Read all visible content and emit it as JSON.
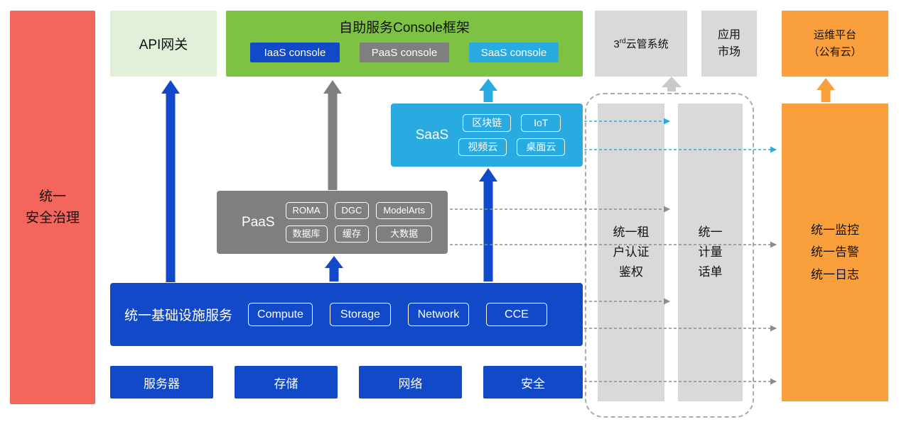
{
  "palette": {
    "red": "#F4655C",
    "light_green": "#E2F0D9",
    "green": "#7DC242",
    "blue": "#1149C8",
    "gray": "#7F7F7F",
    "light_gray": "#D9D9D9",
    "cyan": "#29ABE2",
    "orange": "#F9A03C"
  },
  "security_bar": {
    "label": "统一\n安全治理"
  },
  "api_gateway": {
    "label": "API网关"
  },
  "console_frame": {
    "title": "自助服务Console框架",
    "buttons": [
      {
        "label": "IaaS console"
      },
      {
        "label": "PaaS console"
      },
      {
        "label": "SaaS console"
      }
    ]
  },
  "third_cloud": {
    "base": "3",
    "sup": "rd",
    "rest": "云管系统"
  },
  "app_market": {
    "label": "应用\n市场"
  },
  "om_platform": {
    "label": "运维平台\n（公有云）"
  },
  "saas": {
    "label": "SaaS",
    "chips": [
      "区块链",
      "IoT",
      "视频云",
      "桌面云"
    ]
  },
  "paas": {
    "label": "PaaS",
    "chips": [
      "ROMA",
      "DGC",
      "ModelArts",
      "数据库",
      "缓存",
      "大数据"
    ]
  },
  "infra": {
    "label": "统一基础设施服务",
    "chips": [
      "Compute",
      "Storage",
      "Network",
      "CCE"
    ]
  },
  "resources": [
    "服务器",
    "存储",
    "网络",
    "安全"
  ],
  "auth_bar": {
    "label": "统一租\n户认证\n鉴权"
  },
  "billing_bar": {
    "label": "统一\n计量\n话单"
  },
  "monitor_bar": {
    "label": "统一监控\n统一告警\n统一日志"
  }
}
